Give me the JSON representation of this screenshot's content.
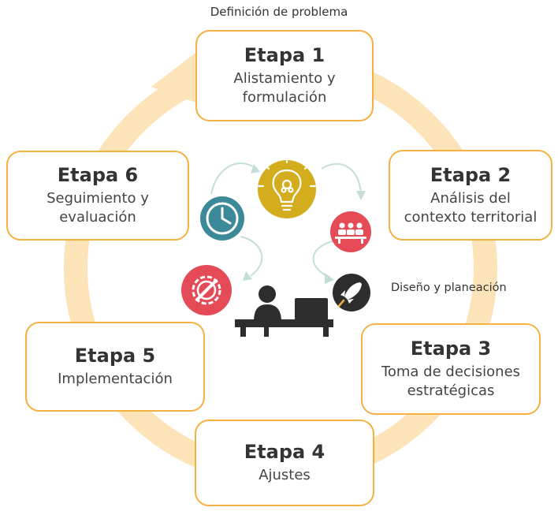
{
  "labels": {
    "top": "Definición de problema",
    "side": "Diseño y planeación"
  },
  "stages": [
    {
      "title": "Etapa 1",
      "desc": "Alistamiento y\nformulación"
    },
    {
      "title": "Etapa 2",
      "desc": "Análisis del\ncontexto territorial"
    },
    {
      "title": "Etapa 3",
      "desc": "Toma de decisiones\nestratégicas"
    },
    {
      "title": "Etapa 4",
      "desc": "Ajustes"
    },
    {
      "title": "Etapa 5",
      "desc": "Implementación"
    },
    {
      "title": "Etapa 6",
      "desc": "Seguimiento y\nevaluación"
    }
  ],
  "colors": {
    "ring": "#fde3b8",
    "box_border": "#f5b041",
    "yellow": "#d4ad1f",
    "teal": "#3c8a99",
    "red": "#e54b57",
    "dark": "#2d2d2d",
    "cycle_arrows": "#c5ddd8"
  },
  "icons": [
    "lightbulb-icon",
    "clock-icon",
    "meeting-icon",
    "gear-wrench-icon",
    "rocket-icon",
    "person-at-desk-icon"
  ]
}
